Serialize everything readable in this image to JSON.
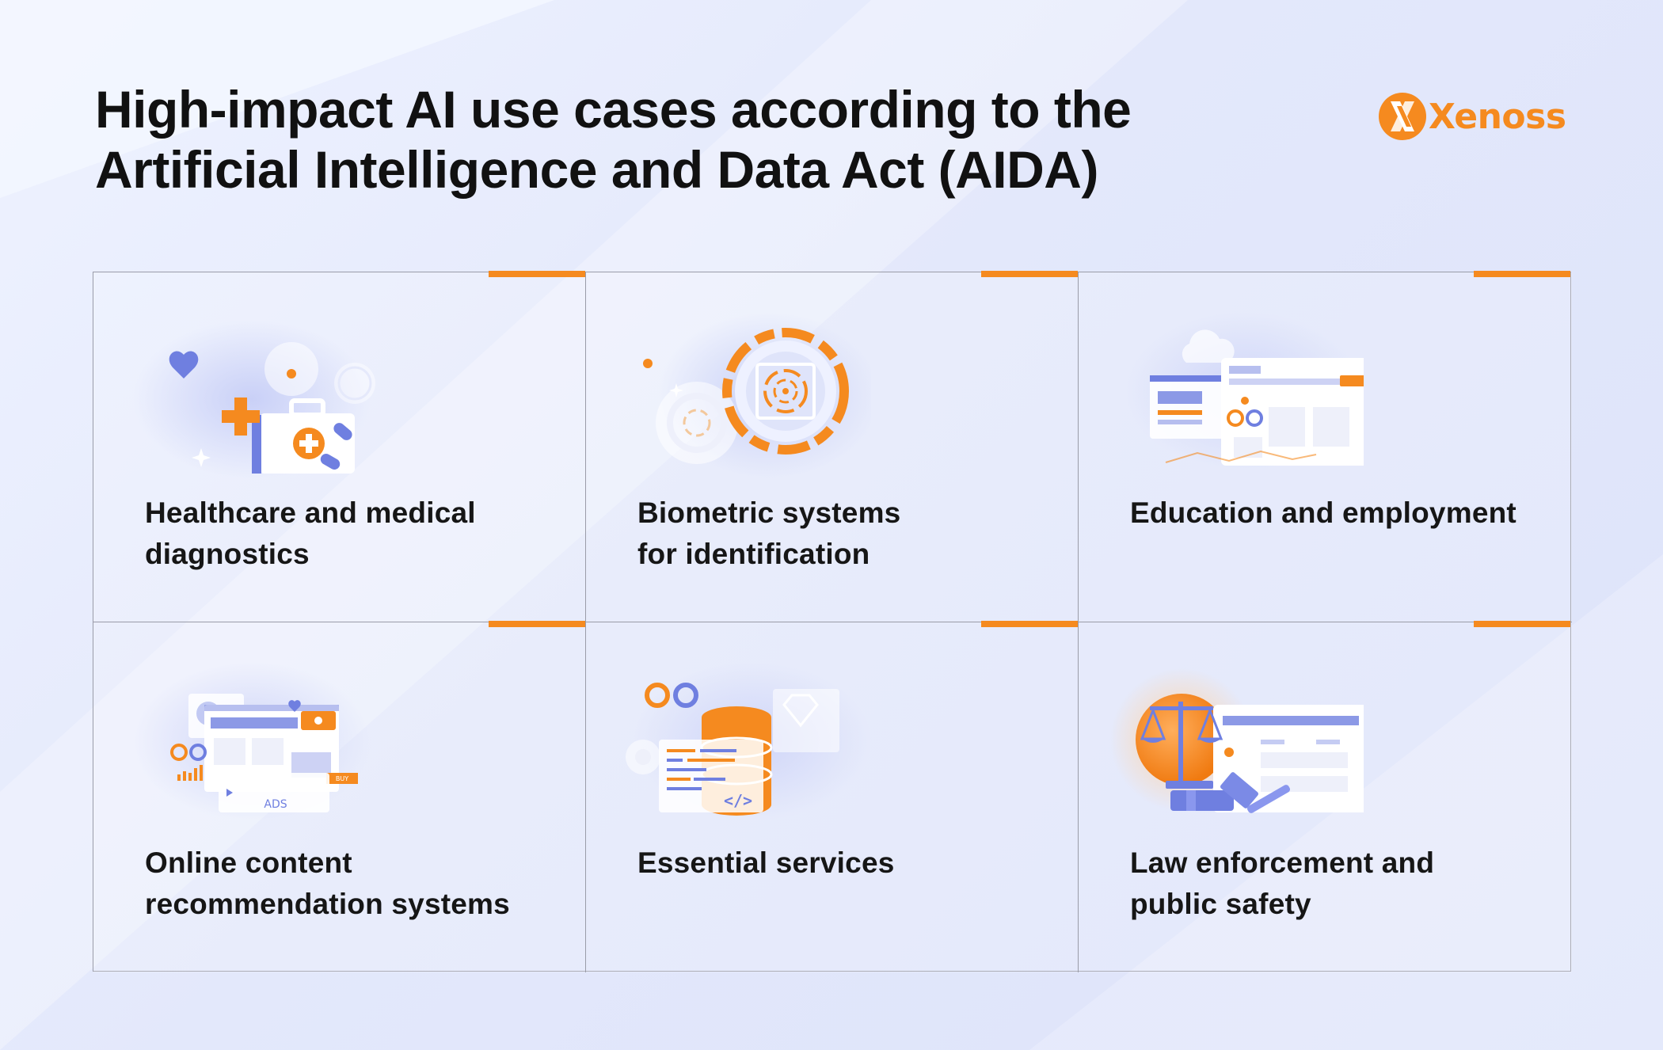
{
  "title": {
    "line1": "High-impact AI use cases according to the",
    "line2": "Artificial Intelligence and Data Act (AIDA)"
  },
  "logo": {
    "text": "Xenoss",
    "icon": "xenoss-logo-icon",
    "color": "#f58a1f"
  },
  "colors": {
    "accent": "#f58a1f",
    "secondary": "#6f7fe0",
    "border": "#9a9ca8",
    "text": "#111111"
  },
  "cards": [
    {
      "label_lines": [
        "Healthcare and medical",
        "diagnostics"
      ],
      "icon": "medical-kit-icon"
    },
    {
      "label_lines": [
        "Biometric systems",
        "for identification"
      ],
      "icon": "biometric-scan-icon"
    },
    {
      "label_lines": [
        "Education and employment"
      ],
      "icon": "dashboard-screens-icon"
    },
    {
      "label_lines": [
        "Online content",
        "recommendation systems"
      ],
      "icon": "ads-recommendation-icon",
      "icon_text": "ADS",
      "icon_button": "BUY"
    },
    {
      "label_lines": [
        "Essential services"
      ],
      "icon": "database-code-icon",
      "icon_code": "</>"
    },
    {
      "label_lines": [
        "Law enforcement and",
        "public safety"
      ],
      "icon": "justice-scales-icon"
    }
  ]
}
